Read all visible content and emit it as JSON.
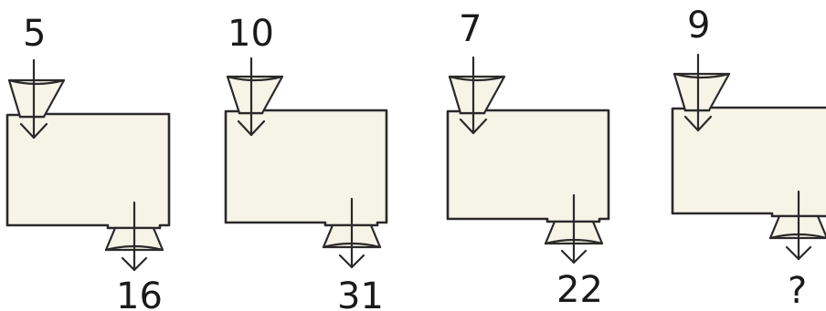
{
  "machines": [
    {
      "input": "5",
      "output": "16"
    },
    {
      "input": "10",
      "output": "31"
    },
    {
      "input": "7",
      "output": "22"
    },
    {
      "input": "9",
      "output": "?"
    }
  ],
  "colors": {
    "machine_fill": "#f6f3e7",
    "stroke": "#2a2a2a",
    "text": "#1a1a1a"
  }
}
